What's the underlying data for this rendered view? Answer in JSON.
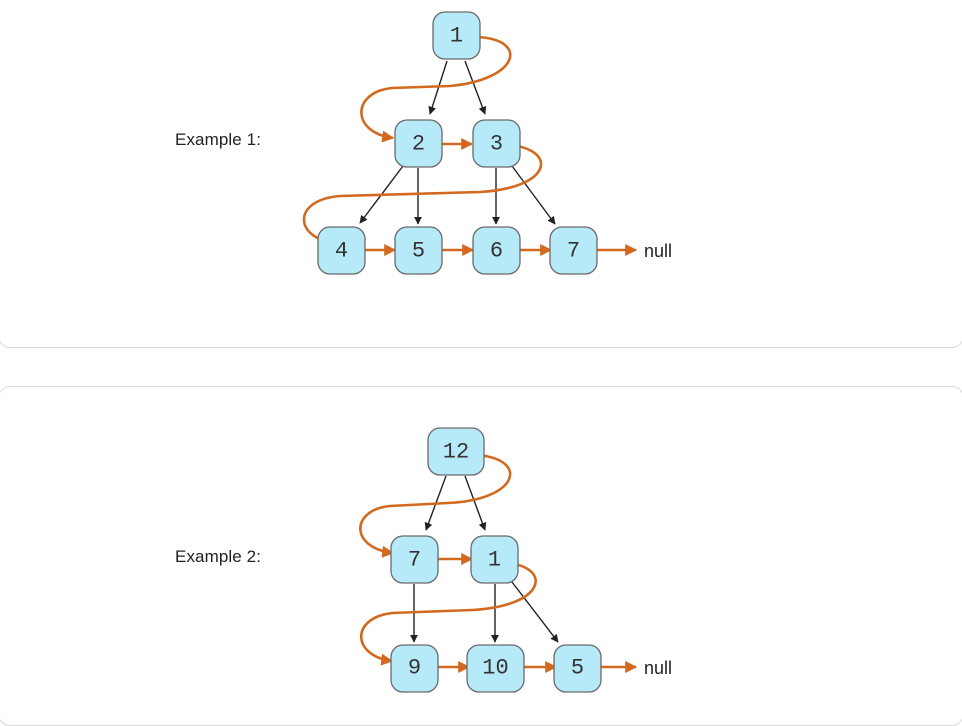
{
  "examples": [
    {
      "label": "Example 1:",
      "null_label": "null",
      "nodes": [
        "1",
        "2",
        "3",
        "4",
        "5",
        "6",
        "7"
      ],
      "tree_edges": [
        [
          "1",
          "2"
        ],
        [
          "1",
          "3"
        ],
        [
          "2",
          "4"
        ],
        [
          "2",
          "5"
        ],
        [
          "3",
          "6"
        ],
        [
          "3",
          "7"
        ]
      ],
      "next_links": [
        [
          "1",
          "2"
        ],
        [
          "2",
          "3"
        ],
        [
          "3",
          "4"
        ],
        [
          "4",
          "5"
        ],
        [
          "5",
          "6"
        ],
        [
          "6",
          "7"
        ],
        [
          "7",
          "null"
        ]
      ]
    },
    {
      "label": "Example 2:",
      "null_label": "null",
      "nodes": [
        "12",
        "7",
        "1",
        "9",
        "10",
        "5"
      ],
      "tree_edges": [
        [
          "12",
          "7"
        ],
        [
          "12",
          "1"
        ],
        [
          "7",
          "9"
        ],
        [
          "1",
          "10"
        ],
        [
          "1",
          "5"
        ]
      ],
      "next_links": [
        [
          "12",
          "7"
        ],
        [
          "7",
          "1"
        ],
        [
          "1",
          "9"
        ],
        [
          "9",
          "10"
        ],
        [
          "10",
          "5"
        ],
        [
          "5",
          "null"
        ]
      ]
    }
  ],
  "colors": {
    "node_fill": "#b7eaf8",
    "node_stroke": "#6a6a6a",
    "tree_edge": "#222222",
    "next_link": "#d2691e"
  }
}
